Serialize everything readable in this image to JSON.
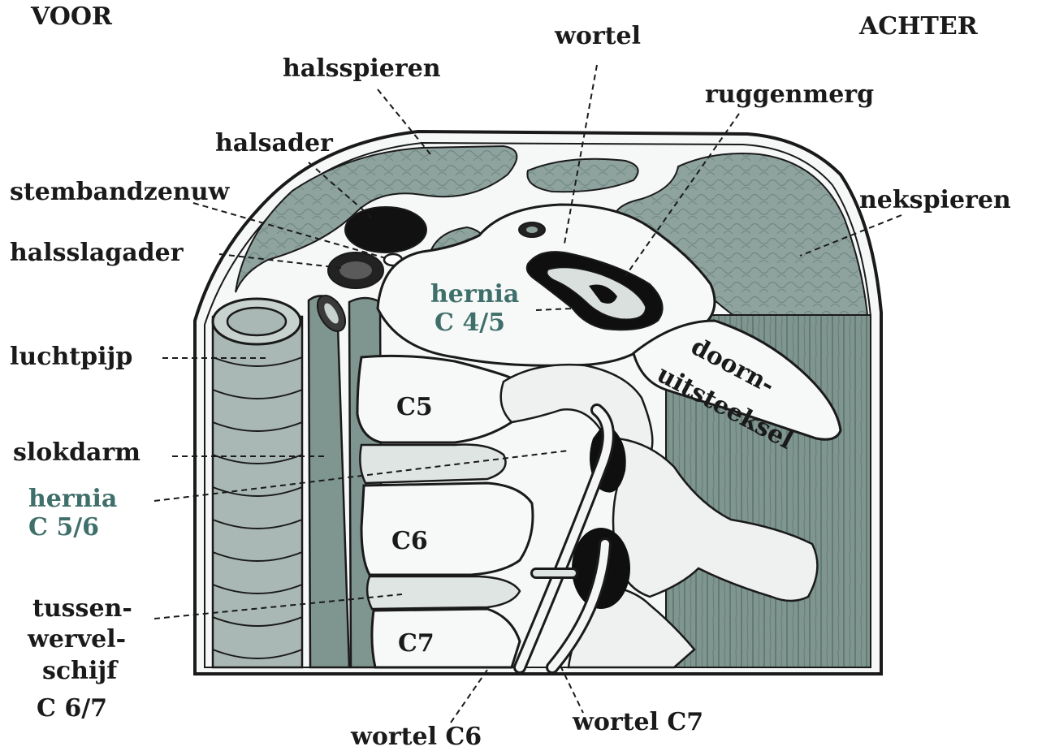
{
  "orientation": {
    "front": "VOOR",
    "back": "ACHTER"
  },
  "labels": {
    "halsspieren": "halsspieren",
    "wortel": "wortel",
    "ruggenmerg": "ruggenmerg",
    "halsader": "halsader",
    "stembandzenuw": "stembandzenuw",
    "nekspieren": "nekspieren",
    "halsslagader": "halsslagader",
    "hernia_c45_line1": "hernia",
    "hernia_c45_line2": "C 4/5",
    "luchtpijp": "luchtpijp",
    "doorn_line1": "doorn-",
    "doorn_line2": "uitsteeksel",
    "c5": "C5",
    "slokdarm": "slokdarm",
    "hernia_c56_line1": "hernia",
    "hernia_c56_line2": "C 5/6",
    "c6": "C6",
    "tussen_line1": "tussen-",
    "tussen_line2": "wervel-",
    "tussen_line3": "schijf",
    "tussen_line4": "C 6/7",
    "c7": "C7",
    "wortel_c6": "wortel C6",
    "wortel_c7": "wortel C7"
  },
  "colors": {
    "muscle": "#8fa39e",
    "muscle_dark": "#6f8882",
    "bone": "#f4f6f5",
    "outline": "#1a1a1a",
    "highlight_text": "#3f6f6a"
  }
}
